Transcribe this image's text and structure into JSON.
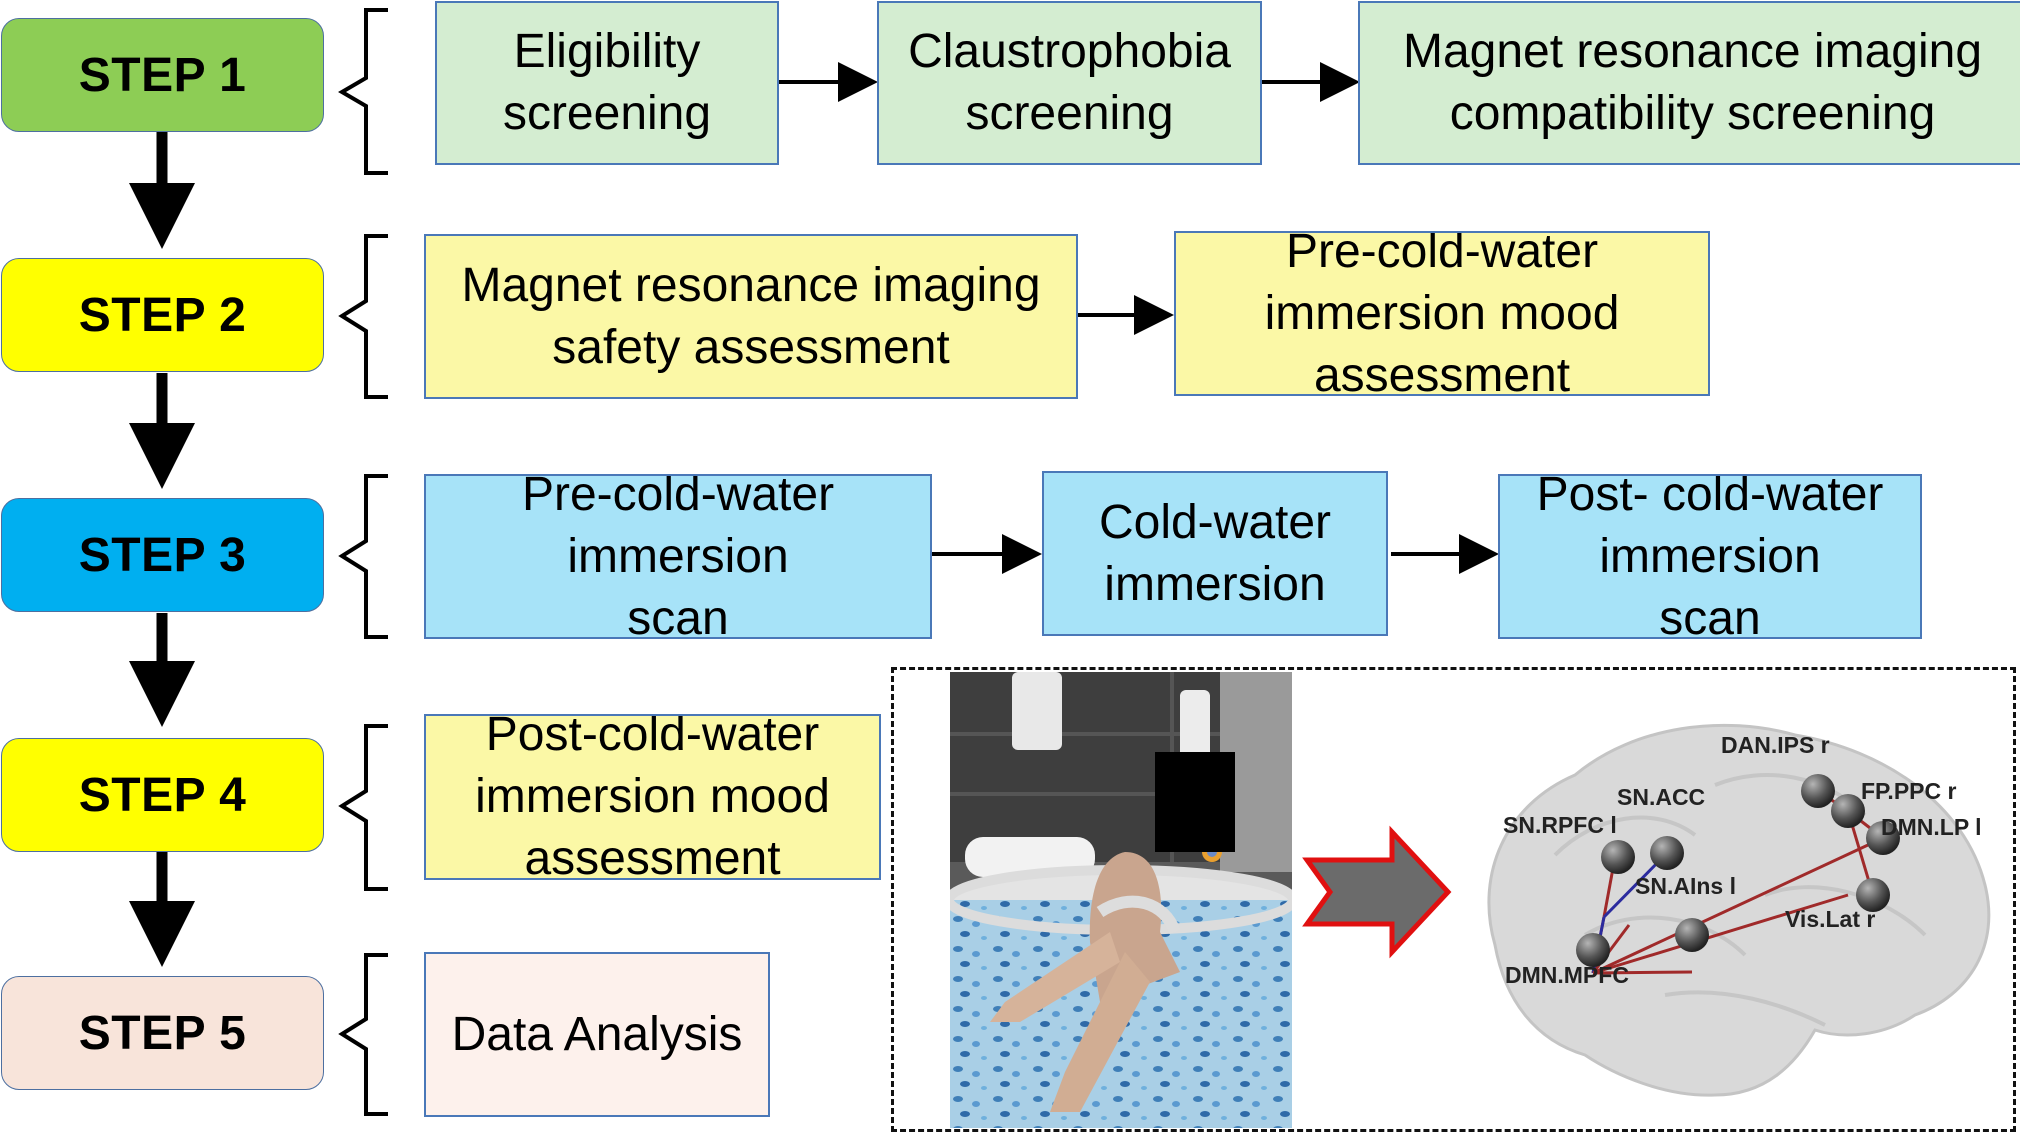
{
  "steps": [
    {
      "label": "STEP 1",
      "color": "#8dcd55"
    },
    {
      "label": "STEP 2",
      "color": "#ffff00"
    },
    {
      "label": "STEP 3",
      "color": "#00aff0"
    },
    {
      "label": "STEP 4",
      "color": "#ffff00"
    },
    {
      "label": "STEP 5",
      "color": "#f8e4da"
    }
  ],
  "step1": {
    "eligibility": "Eligibility\nscreening",
    "claustrophobia": "Claustrophobia\nscreening",
    "mri_compat": "Magnet resonance imaging\ncompatibility screening"
  },
  "step2": {
    "mri_safety": "Magnet resonance imaging\nsafety assessment",
    "pre_mood": "Pre-cold-water\nimmersion mood\nassessment"
  },
  "step3": {
    "pre_scan": "Pre-cold-water\nimmersion\nscan",
    "immersion": "Cold-water\nimmersion",
    "post_scan": "Post- cold-water\nimmersion\nscan"
  },
  "step4": {
    "post_mood": "Post-cold-water\nimmersion mood\nassessment"
  },
  "step5": {
    "analysis": "Data Analysis"
  },
  "brain_nodes": {
    "dan_ips": "DAN.IPS r",
    "fp_ppc": "FP.PPC r",
    "dmn_lp": "DMN.LP l",
    "sn_acc": "SN.ACC",
    "sn_rpfc": "SN.RPFC l",
    "sn_ains": "SN.AIns l",
    "vis_lat": "Vis.Lat r",
    "dmn_mpfc": "DMN.MPFC"
  }
}
